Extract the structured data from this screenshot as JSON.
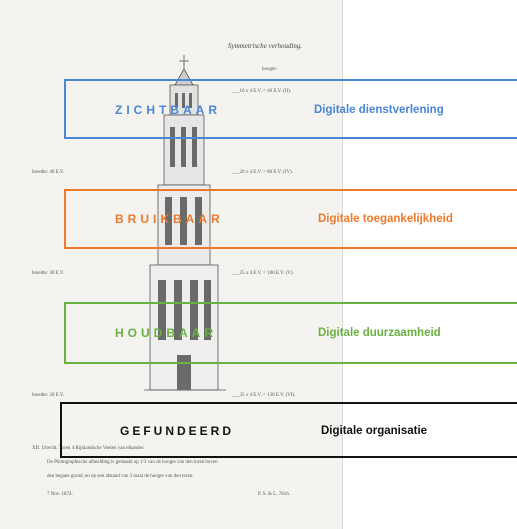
{
  "engraving": {
    "title": "Symmetrische verhouding.",
    "subtitle": "hoogte:",
    "height_lines": [
      "___10 x 4 E.V. = 40 E.V.  (II).",
      "___20 x 4 E.V. = 80 E.V.  (IV).",
      "___25 x 4 E.V. = 100 E.V.  (V).",
      "___35 x 4 E.V. = 130 E.V.  (VI)."
    ],
    "width_lines": [
      "breedte: 40 E.V.",
      "breedte: 30 E.V.",
      "breedte: 20 E.V."
    ],
    "caption_lines": [
      "XII.  Utrecht. Toren 4 Rijnlandsche Voeten van elkander.",
      "De Photographische afbeelding is gemaakt op 1/3 van de hoogte van den toren boven",
      "den begane grond, en op een afstand van 3 maal de hoogte van den toren.",
      "7 Nov. 1874.",
      "P. S. & L. 7816."
    ]
  },
  "layers": [
    {
      "label": "ZICHTBAAR",
      "description": "Digitale dienstverlening",
      "color": "#4a86d4"
    },
    {
      "label": "BRUIKBAAR",
      "description": "Digitale toegankelijkheid",
      "color": "#ec7a2c"
    },
    {
      "label": "HOUDBAAR",
      "description": "Digitale duurzaamheid",
      "color": "#6ab042"
    },
    {
      "label": "GEFUNDEERD",
      "description": "Digitale organisatie",
      "color": "#111111"
    }
  ]
}
